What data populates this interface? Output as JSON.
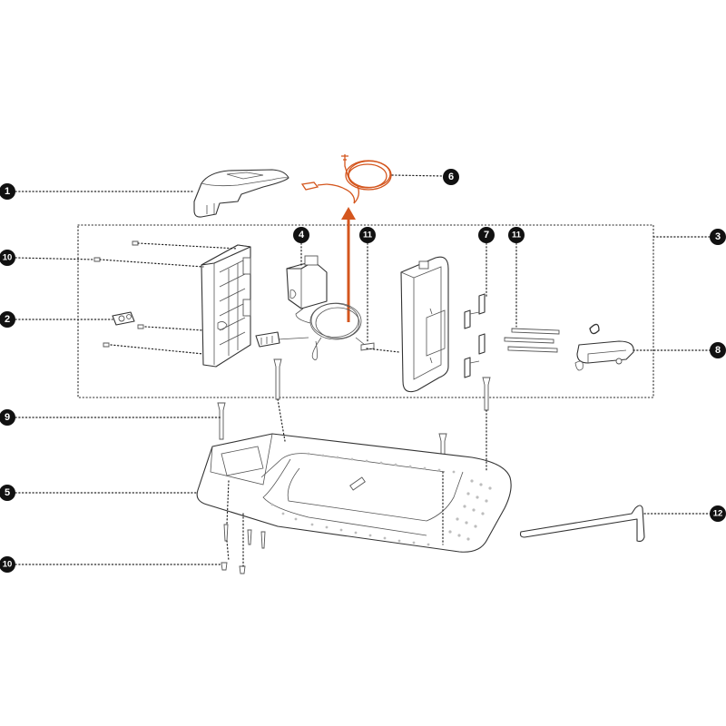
{
  "colors": {
    "line": "#333333",
    "highlight": "#d4561e",
    "callout_fill": "#111111",
    "callout_text": "#ffffff"
  },
  "callouts": [
    "1",
    "2",
    "3",
    "4",
    "5",
    "6",
    "7",
    "8",
    "9",
    "10",
    "10",
    "11",
    "11",
    "12"
  ]
}
